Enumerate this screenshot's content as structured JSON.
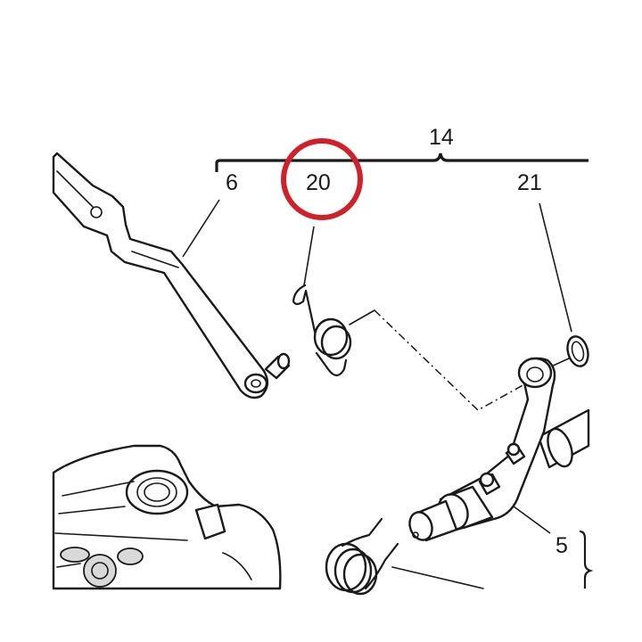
{
  "callouts": {
    "group_14": "14",
    "part_6": "6",
    "part_20": "20",
    "part_21": "21",
    "part_5": "5"
  },
  "highlight": {
    "target": "20",
    "color": "#d0202a"
  },
  "icons": [
    "torsion-spring-icon",
    "shift-lever-icon",
    "snap-ring-icon",
    "shift-shaft-icon",
    "engine-case-icon"
  ]
}
